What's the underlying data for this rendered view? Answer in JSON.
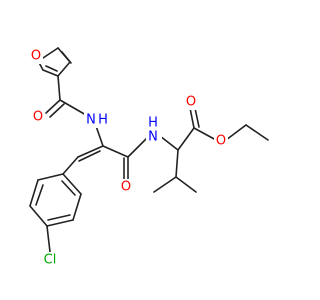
{
  "molecule": {
    "atoms": [
      {
        "id": "O_furan",
        "label": "O",
        "color": "#ff0000"
      },
      {
        "id": "O_amide1",
        "label": "O",
        "color": "#ff0000"
      },
      {
        "id": "N_amide1",
        "label": "N",
        "color": "#0000ff"
      },
      {
        "id": "H_amide1",
        "label": "H",
        "color": "#0000ff"
      },
      {
        "id": "N_amide2",
        "label": "N",
        "color": "#0000ff"
      },
      {
        "id": "H_amide2",
        "label": "H",
        "color": "#0000ff"
      },
      {
        "id": "O_amide2",
        "label": "O",
        "color": "#ff0000"
      },
      {
        "id": "O_ester_carbonyl",
        "label": "O",
        "color": "#ff0000"
      },
      {
        "id": "O_ester",
        "label": "O",
        "color": "#ff0000"
      },
      {
        "id": "Cl",
        "label": "Cl",
        "color": "#00aa00"
      }
    ],
    "bond_color": "#222222"
  }
}
